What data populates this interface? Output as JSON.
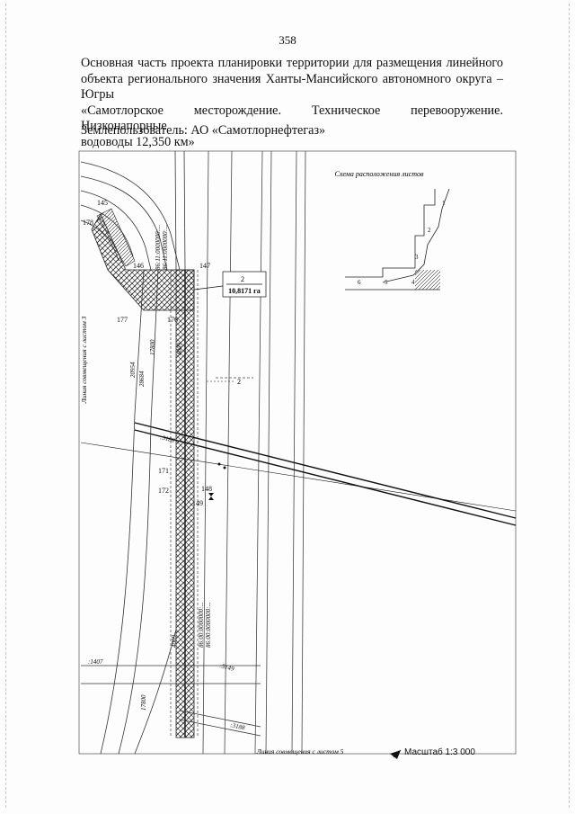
{
  "page_number": "358",
  "heading_lines": [
    "Основная часть проекта планировки территории для размещения линейного",
    "объекта регионального значения Ханты-Мансийского автономного округа – Югры",
    "«Самотлорское месторождение. Техническое перевооружение. Низконапорные",
    "водоводы 12,350 км»"
  ],
  "land_user": "Землепользователь: АО «Самотлорнефтегаз»",
  "map": {
    "scheme_title": "Схема расположения листов",
    "sheet_numbers": [
      "1",
      "2",
      "3",
      "4",
      "5",
      "6"
    ],
    "left_join_label": "Линия совмещения с листом 3",
    "bottom_join_label": "Линия совмещения с листом 5",
    "parcel_number": "2",
    "parcel_area": "10,8171 га",
    "parcel_callout": "2",
    "cadastral_numbers": [
      "86:11:0000000:...",
      "86:11:0000000:...",
      "86:00:0000000:...",
      "86:00:0000000:..."
    ],
    "cadastral_short": ":1407",
    "point_labels": [
      "145",
      "146",
      "147",
      "148",
      "149",
      "171",
      "172",
      "176",
      "177",
      "178"
    ],
    "misc_labels": [
      ":3188",
      ":5149",
      ":3188"
    ],
    "side_numbers": [
      "20954",
      "28684",
      "17800",
      "4009",
      "17800",
      "4009"
    ]
  },
  "scale": {
    "icon": "north-arrow-icon",
    "label": "Масштаб 1:3 000"
  }
}
